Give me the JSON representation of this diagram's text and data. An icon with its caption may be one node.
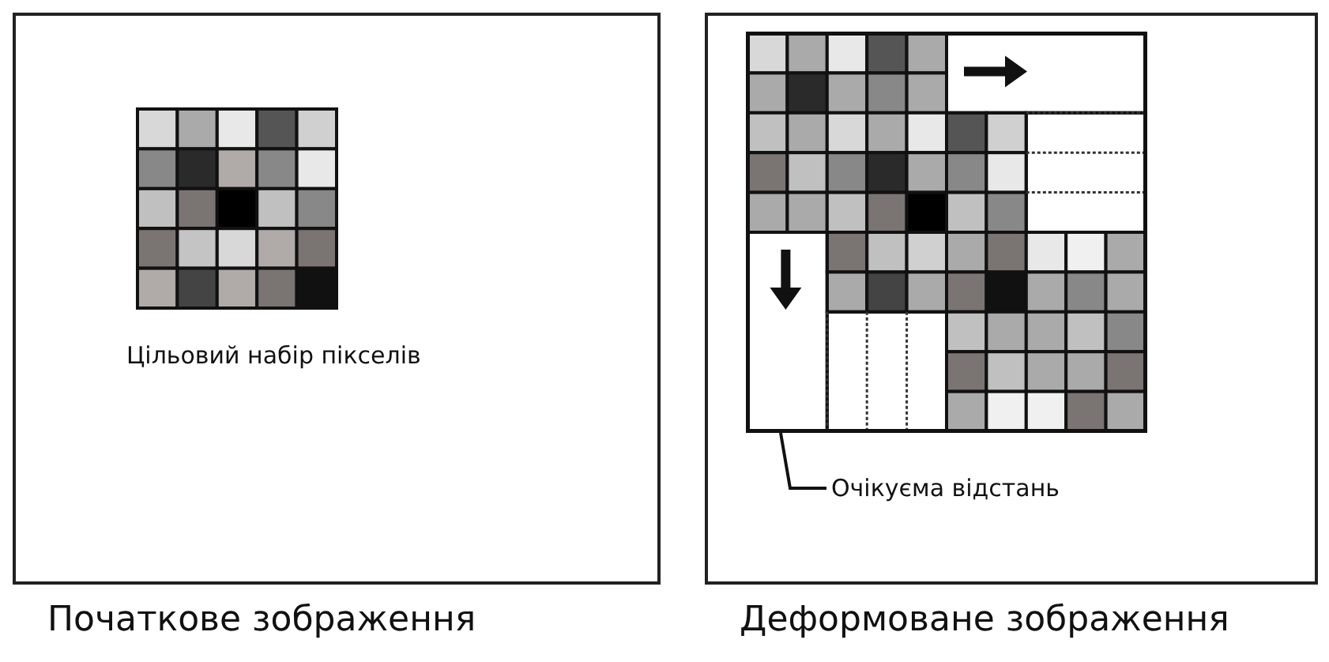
{
  "diagram": {
    "nodes": [
      {
        "text": [
          "Початкове зображення"
        ]
      },
      {
        "text": [
          "Деформоване зображення"
        ]
      },
      {
        "text": [
          "Очікуєма відстань"
        ],
        "in": 1
      },
      {
        "text": [],
        "shape": "picture",
        "in": 1
      }
    ],
    "edges": [
      {
        "from": 2,
        "to": 3,
        "arrow": "none"
      }
    ],
    "labels": [
      "Цільовий набір пікселів"
    ]
  }
}
